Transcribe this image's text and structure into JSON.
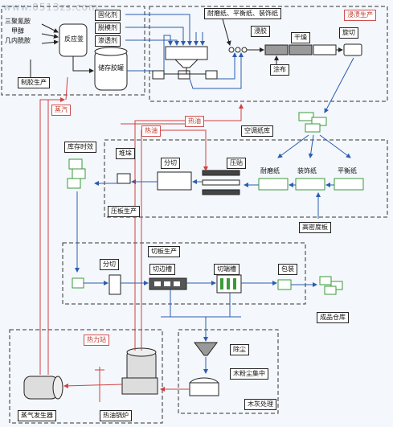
{
  "watermark": "www.0513zs.com",
  "glue": {
    "materials": [
      "三聚氰胺",
      "甲醇",
      "几内酰胺"
    ],
    "reactor": "反应釜",
    "storage_tank": "储存胶罐",
    "agents": [
      "固化剂",
      "脱模剂",
      "渗透剂"
    ],
    "section": "制胶生产"
  },
  "impregnation": {
    "papers": "耐磨纸、平衡纸、装饰纸",
    "dip": "浸胶",
    "dry": "干燥",
    "coat": "涂布",
    "cut": "旋切",
    "section": "浸渍生产"
  },
  "utilities": {
    "steam": "蒸汽",
    "hot_oil_1": "热油",
    "hot_oil_2": "热油",
    "ac_storage": "空调纸库"
  },
  "paper_types": [
    "耐磨纸",
    "装饰纸",
    "平衡纸"
  ],
  "hdf": "高密度板",
  "pressing": {
    "storage_aging": "库存时效",
    "stack": "堆垛",
    "split": "分切",
    "press": "压贴",
    "section": "压板生产"
  },
  "cutting": {
    "section": "切板生产",
    "split": "分切",
    "edge": "切边槽",
    "end": "切端槽",
    "pack": "包装",
    "warehouse": "成品仓库"
  },
  "heat_station": {
    "title": "热力站",
    "steam_gen": "蒸气发生器",
    "oil_boiler": "热油锅炉"
  },
  "dust": {
    "remove": "除尘",
    "collect": "木粉尘集中",
    "section": "木灰处理"
  }
}
